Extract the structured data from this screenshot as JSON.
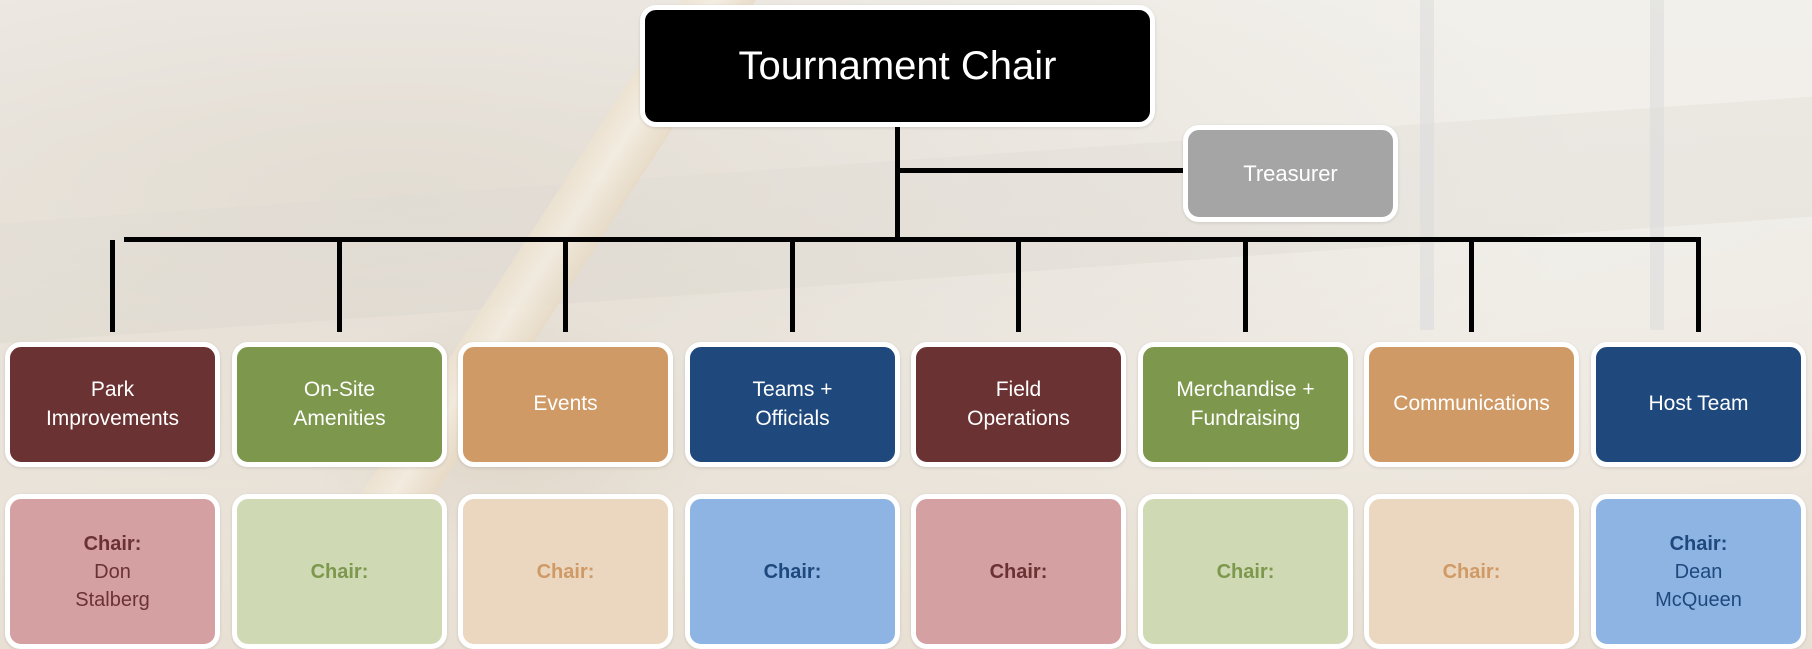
{
  "top": {
    "title": "Tournament Chair"
  },
  "treasurer": {
    "label": "Treasurer"
  },
  "chair_label": "Chair:",
  "departments": [
    {
      "name": "Park\nImprovements",
      "chair_name": "Don\nStalberg",
      "color": "#6b3233",
      "light": "#d4a0a2",
      "text": "#6b3233"
    },
    {
      "name": "On-Site\nAmenities",
      "chair_name": "",
      "color": "#7d984d",
      "light": "#cfdab5",
      "text": "#7d984d"
    },
    {
      "name": "Events",
      "chair_name": "",
      "color": "#cf9a66",
      "light": "#ebd6bf",
      "text": "#cf9a66"
    },
    {
      "name": "Teams +\nOfficials",
      "chair_name": "",
      "color": "#1f497d",
      "light": "#8eb4e3",
      "text": "#1f497d"
    },
    {
      "name": "Field\nOperations",
      "chair_name": "",
      "color": "#6b3233",
      "light": "#d4a0a2",
      "text": "#6b3233"
    },
    {
      "name": "Merchandise +\nFundraising",
      "chair_name": "",
      "color": "#7d984d",
      "light": "#cfdab5",
      "text": "#7d984d"
    },
    {
      "name": "Communications",
      "chair_name": "",
      "color": "#cf9a66",
      "light": "#ebd6bf",
      "text": "#cf9a66"
    },
    {
      "name": "Host Team",
      "chair_name": "Dean\nMcQueen",
      "color": "#1f497d",
      "light": "#8eb4e3",
      "text": "#1f497d"
    }
  ]
}
